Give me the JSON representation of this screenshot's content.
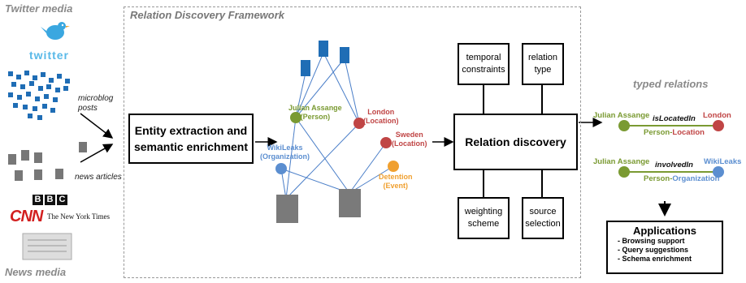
{
  "twitter_title": "Twitter media",
  "twitter_logo": "twitter",
  "microblog_label": "microblog\nposts",
  "news_label": "news articles",
  "bbc_letters": [
    "B",
    "B",
    "C"
  ],
  "cnn": "CNN",
  "nyt": "The New York Times",
  "news_media_title": "News media",
  "framework_title": "Relation Discovery Framework",
  "entity_box": "Entity extraction and semantic enrichment",
  "entities": {
    "julian": "Julian Assange\n(Person)",
    "london": "London\n(Location)",
    "sweden": "Sweden\n(Location)",
    "wikileaks": "WikiLeaks\n(Organization)",
    "detention": "Detention\n(Event)"
  },
  "relation_box": "Relation discovery",
  "side_boxes": {
    "temporal": "temporal\nconstraints",
    "relation_type": "relation\ntype",
    "weighting": "weighting\nscheme",
    "source": "source\nselection"
  },
  "typed_relations_title": "typed relations",
  "relation1": {
    "subject": "Julian Assange",
    "predicate": "isLocatedIn",
    "object": "London",
    "type_a": "Person",
    "type_sep": "-",
    "type_b": "Location"
  },
  "relation2": {
    "subject": "Julian Assange",
    "predicate": "involvedIn",
    "object": "WikiLeaks",
    "type_a": "Person",
    "type_sep": "-",
    "type_b": "Organization"
  },
  "applications": {
    "title": "Applications",
    "items": [
      "- Browsing support",
      "- Query suggestions",
      "- Schema enrichment"
    ]
  },
  "colors": {
    "person": "#7a9a32",
    "location": "#c04545",
    "organization": "#5b8ed0",
    "event": "#f0a030",
    "doc_blue": "#1f6db5",
    "doc_gray": "#7a7a7a"
  }
}
